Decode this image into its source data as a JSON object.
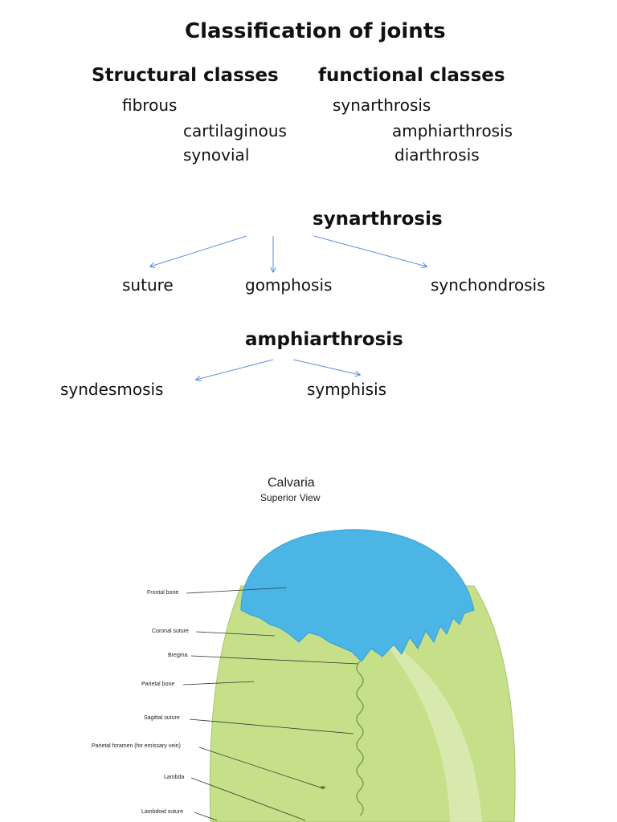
{
  "title": "Classification of joints",
  "structural": {
    "heading": "Structural classes",
    "items": [
      "fibrous",
      "cartilaginous",
      "synovial"
    ]
  },
  "functional": {
    "heading": "functional classes",
    "items": [
      "synarthrosis",
      "amphiarthrosis",
      "diarthrosis"
    ]
  },
  "synarthrosis_tree": {
    "heading": "synarthrosis",
    "children": [
      "suture",
      "gomphosis",
      "synchondrosis"
    ]
  },
  "amphiarthrosis_tree": {
    "heading": "amphiarthrosis",
    "children": [
      "syndesmosis",
      "symphisis"
    ]
  },
  "figure": {
    "title": "Calvaria",
    "subtitle": "Superior View",
    "labels": [
      "Frontal bone",
      "Coronal suture",
      "Bregma",
      "Parietal bone",
      "Sagittal suture",
      "Parietal foramen (for emissary vein)",
      "Lambda",
      "Lambdoid suture"
    ],
    "colors": {
      "frontal_bone": "#4bb6e6",
      "parietal_bone": "#c6e08a",
      "arrow": "#5b8fd6"
    }
  }
}
